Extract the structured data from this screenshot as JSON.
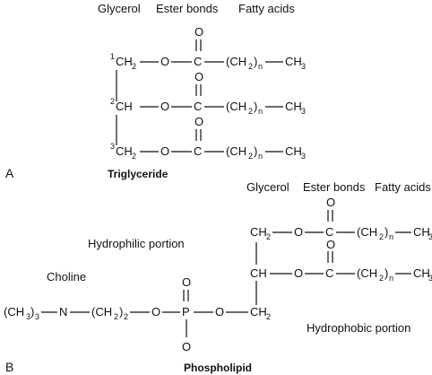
{
  "panel_a": {
    "letter": "A",
    "title": "Triglyceride",
    "headers": {
      "glycerol": "Glycerol",
      "ester_bonds": "Ester bonds",
      "fatty_acids": "Fatty acids"
    },
    "rows": [
      {
        "num": "1",
        "group": "CH",
        "sub": "2"
      },
      {
        "num": "2",
        "group": "CH",
        "sub": ""
      },
      {
        "num": "3",
        "group": "CH",
        "sub": "2"
      }
    ],
    "atoms": {
      "oxygen": "O",
      "carbon": "C",
      "paren_open": "(CH",
      "paren_sub": "2",
      "paren_close": ")",
      "n": "n",
      "ch": "CH",
      "ch3_sub": "3"
    }
  },
  "panel_b": {
    "letter": "B",
    "title": "Phospholipid",
    "headers": {
      "glycerol": "Glycerol",
      "ester_bonds": "Ester bonds",
      "fatty_acids": "Fatty acids"
    },
    "labels": {
      "hydrophilic": "Hydrophilic portion",
      "hydrophobic": "Hydrophobic portion",
      "choline": "Choline"
    },
    "atoms": {
      "oxygen": "O",
      "carbon": "C",
      "phosphorus": "P",
      "nitrogen": "N",
      "ch": "CH",
      "ch2_sub": "2",
      "ch3_sub": "3",
      "paren_open": "(CH",
      "paren_sub": "2",
      "paren_close": ")",
      "n": "n",
      "choline_lead": "(CH",
      "choline_sub_inner": "3",
      "choline_sub_outer": "3",
      "ethyl_sub": "2"
    }
  }
}
